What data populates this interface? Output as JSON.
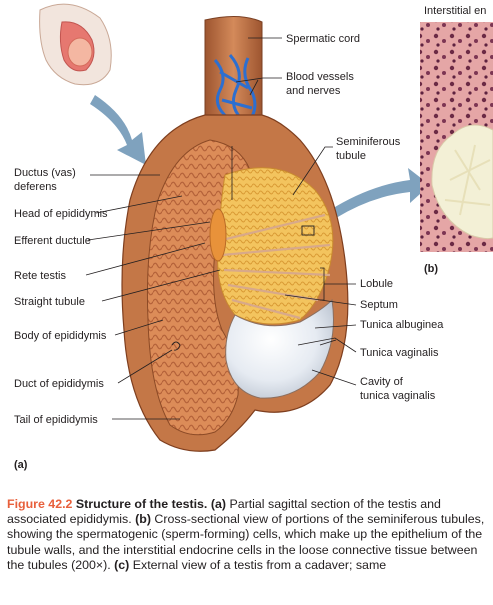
{
  "labels": {
    "spermatic_cord": "Spermatic cord",
    "blood_vessels_1": "Blood vessels",
    "blood_vessels_2": "and nerves",
    "seminiferous_1": "Seminiferous",
    "seminiferous_2": "tubule",
    "ductus_1": "Ductus (vas)",
    "ductus_2": "deferens",
    "head_epididymis": "Head of epididymis",
    "efferent_ductule": "Efferent ductule",
    "rete_testis": "Rete testis",
    "straight_tubule": "Straight tubule",
    "body_epididymis": "Body of epididymis",
    "duct_epididymis": "Duct of epididymis",
    "tail_epididymis": "Tail of epididymis",
    "lobule": "Lobule",
    "septum": "Septum",
    "tunica_albuginea": "Tunica albuginea",
    "tunica_vaginalis": "Tunica vaginalis",
    "cavity_1": "Cavity of",
    "cavity_2": "tunica vaginalis",
    "interstitial": "Interstitial en",
    "panel_a": "(a)",
    "panel_b": "(b)"
  },
  "caption": {
    "figure_number": "Figure 42.2",
    "figure_title": "Structure of the testis.",
    "part_a_marker": "(a)",
    "part_a_text": "Partial sagittal section of the testis and associated epididymis.",
    "part_b_marker": "(b)",
    "part_b_text": "Cross-sectional view of portions of the seminiferous tubules, showing the spermatogenic (sperm-forming) cells, which make up the epithelium of the tubule walls, and the interstitial endocrine cells in the loose connective tissue between the tubules (200×).",
    "part_c_marker": "(c)",
    "part_c_text": "External view of a testis from a cadaver; same"
  },
  "colors": {
    "tunic_outer": "#c47747",
    "tunic_inner": "#a85a34",
    "epididymis": "#e0925f",
    "lobules": "#f3c25a",
    "lobule_light": "#f8dc8a",
    "cavity": "#e3e8ef",
    "vessels_blue": "#2d6fd0",
    "arrow": "#7fa2be",
    "caption_accent": "#e8603c"
  }
}
